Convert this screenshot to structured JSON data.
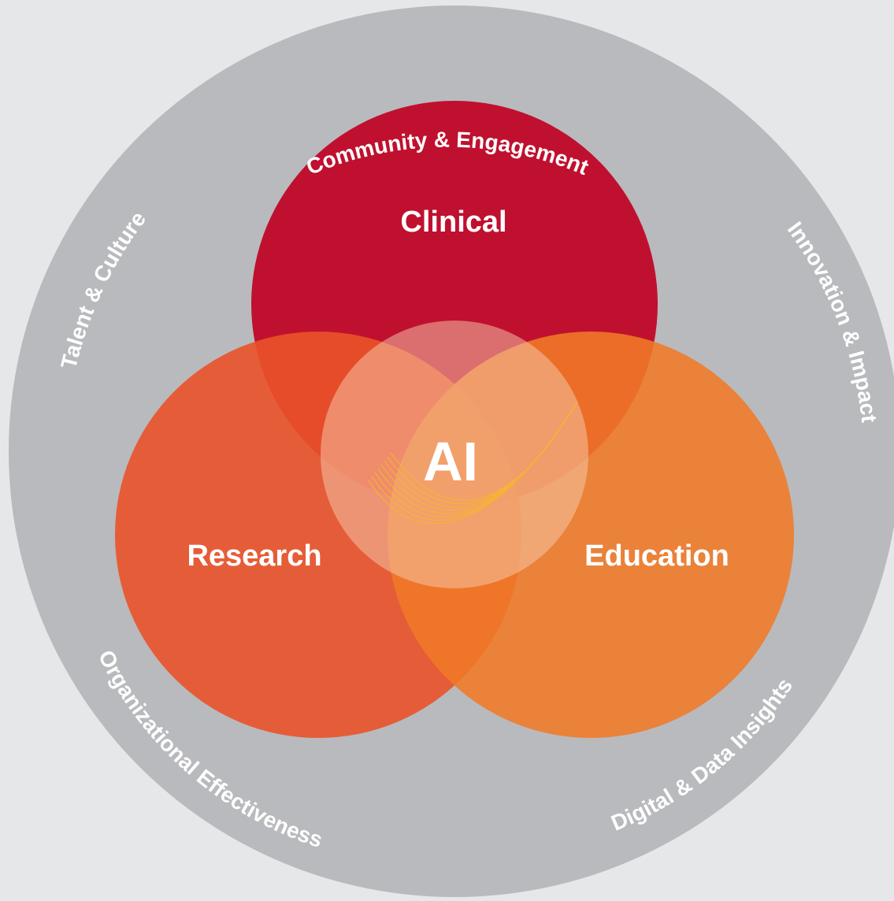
{
  "diagram": {
    "center_label": "AI",
    "circles": {
      "clinical": {
        "label": "Clinical",
        "color": "#c0102f"
      },
      "research": {
        "label": "Research",
        "color": "#ea5329"
      },
      "education": {
        "label": "Education",
        "color": "#f07a27"
      }
    },
    "center_color": "#f6ccb0",
    "ring": {
      "color": "#b9babd",
      "text_color": "#ffffff",
      "labels": {
        "top": "Community & Engagement",
        "top_right": "Innovation & Impact",
        "bottom_right": "Digital & Data Insights",
        "bottom_left": "Organizational Effectiveness",
        "top_left": "Talent & Culture"
      }
    },
    "accent_lines_color": "#f7b532"
  }
}
